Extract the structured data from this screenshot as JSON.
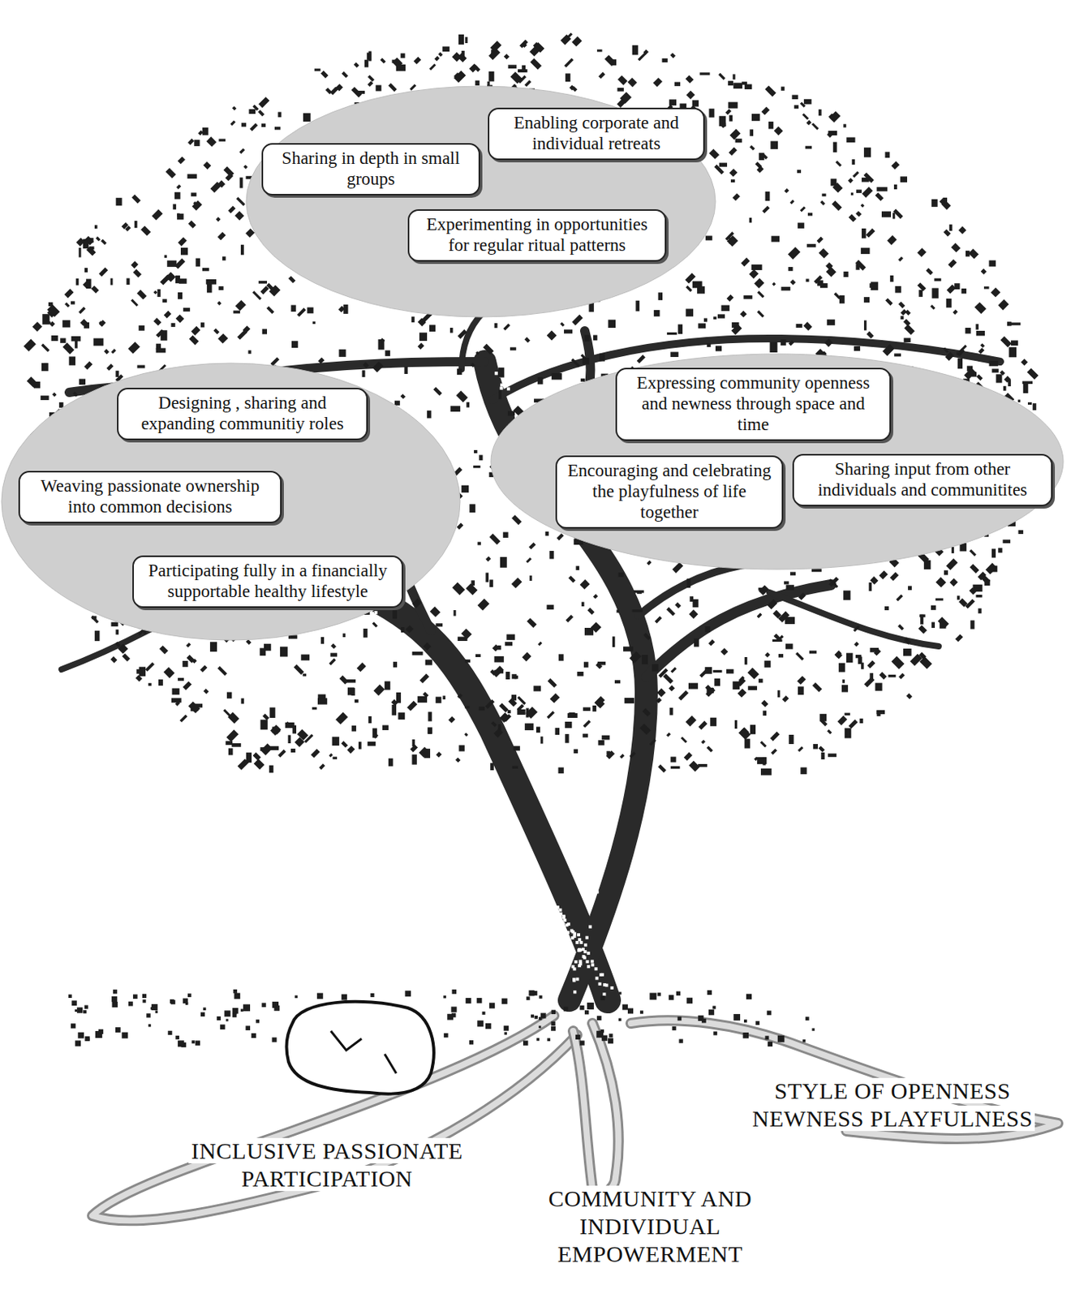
{
  "diagram": {
    "nodes": [
      {
        "text": [
          "Sharing in depth in small groups"
        ]
      },
      {
        "text": [
          "Enabling corporate and individual retreats"
        ]
      },
      {
        "text": [
          "Experimenting in opportunities for regular ritual patterns"
        ]
      },
      {
        "text": [
          "Designing , sharing and expanding communitiy roles"
        ]
      },
      {
        "text": [
          "Weaving passionate ownership into common decisions"
        ]
      },
      {
        "text": [
          "Participating fully in a financially supportable healthy lifestyle"
        ]
      },
      {
        "text": [
          "Expressing community openness and newness through space and time"
        ]
      },
      {
        "text": [
          "Encouraging and celebrating the playfulness of life together"
        ]
      },
      {
        "text": [
          "Sharing input from other individuals and communitites"
        ]
      }
    ],
    "labels": [
      "INCLUSIVE PASSIONATE PARTICIPATION",
      "COMMUNITY AND INDIVIDUAL EMPOWERMENT",
      "STYLE OF OPENNESS NEWNESS PLAYFULNESS"
    ]
  }
}
